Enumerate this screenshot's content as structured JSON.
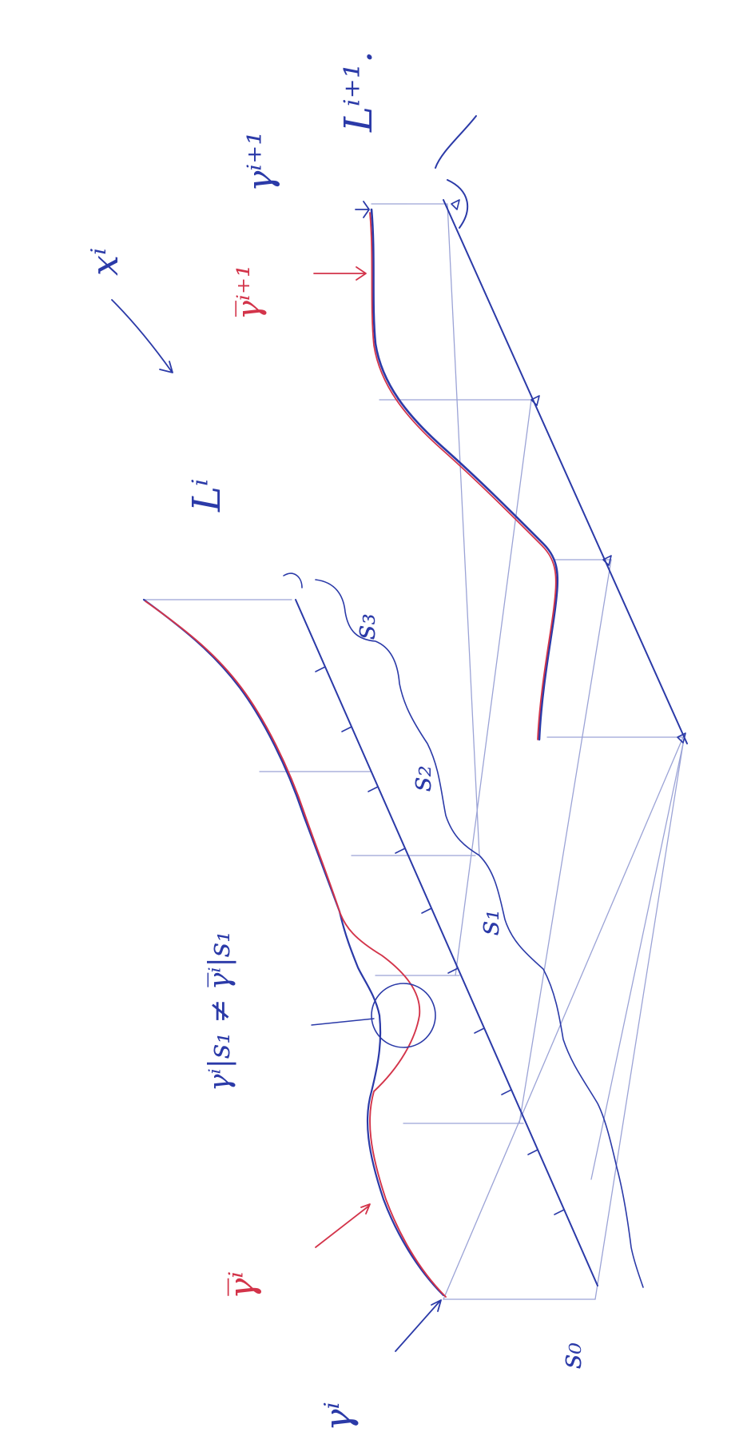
{
  "colors": {
    "ink_blue": "#2b3aa8",
    "ink_red": "#d3344a",
    "faint": "#7d86c8"
  },
  "labels": {
    "x_i": "xⁱ",
    "L_i": "Lⁱ",
    "L_i1": "Lⁱ⁺¹.",
    "gamma_i": "γⁱ",
    "gamma_bar_i": "γ̅ⁱ",
    "gamma_i1": "γⁱ⁺¹",
    "gamma_bar_i1": "γ̅ⁱ⁺¹",
    "ineq": "γⁱ|s₁ ≠ γ̅ⁱ|s₁",
    "s0": "s₀",
    "s1": "s₁",
    "s2": "s₂",
    "s3": "s₃"
  }
}
